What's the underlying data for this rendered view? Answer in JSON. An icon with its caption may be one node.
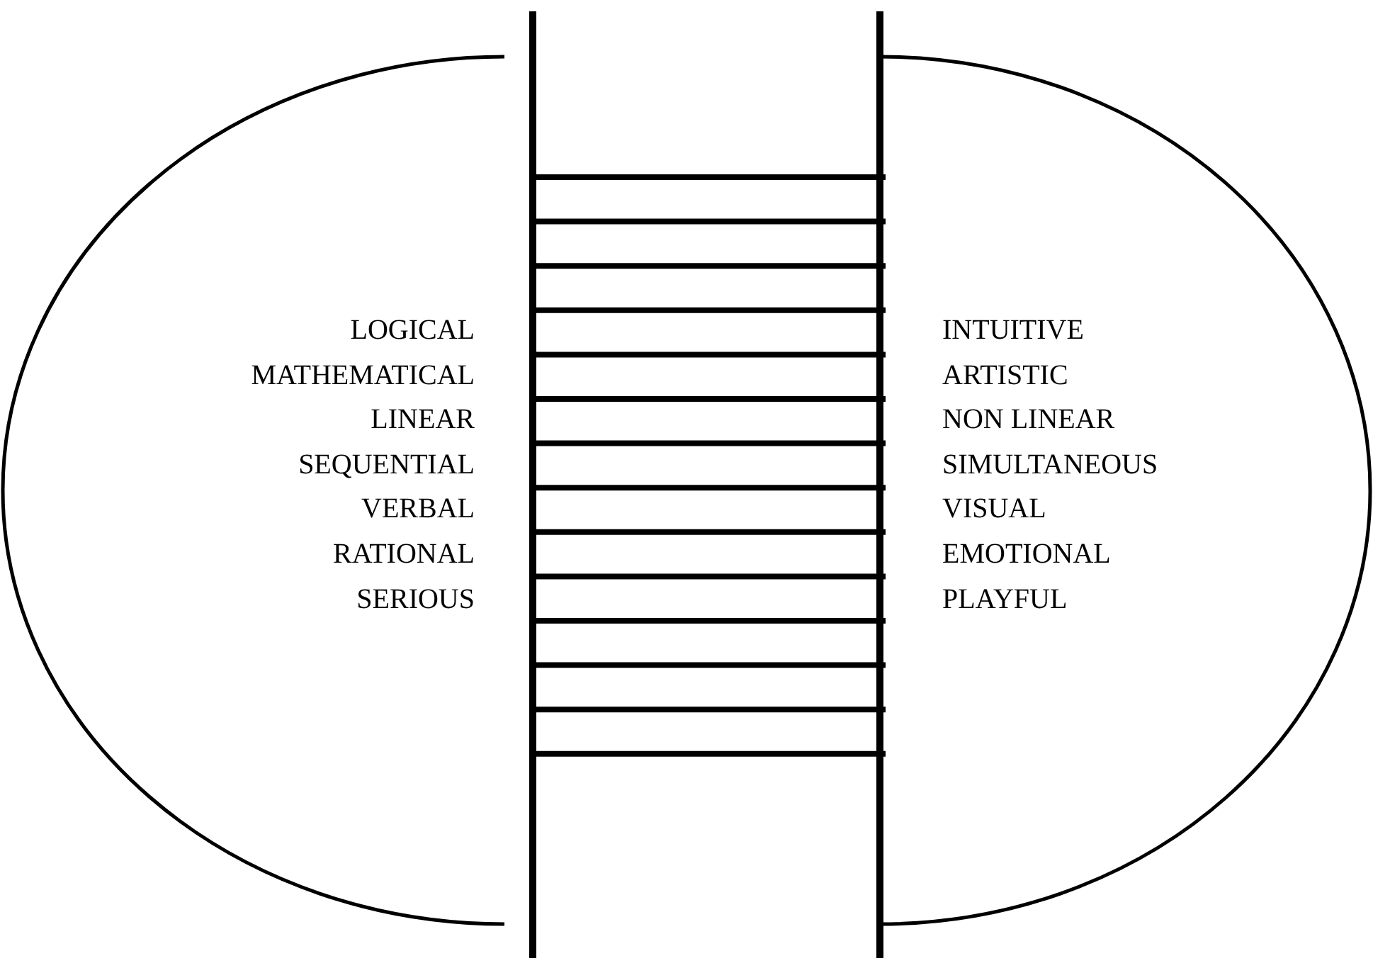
{
  "diagram": {
    "nodes": [
      {
        "text": [
          "LOGICAL",
          "MATHEMATICAL",
          "LINEAR",
          "SEQUENTIAL",
          "VERBAL",
          "RATIONAL",
          "SERIOUS"
        ]
      },
      {
        "text": [
          "INTUITIVE",
          "ARTISTIC",
          "NON LINEAR",
          "SIMULTANEOUS",
          "VISUAL",
          "EMOTIONAL",
          "PLAYFUL"
        ]
      }
    ]
  }
}
